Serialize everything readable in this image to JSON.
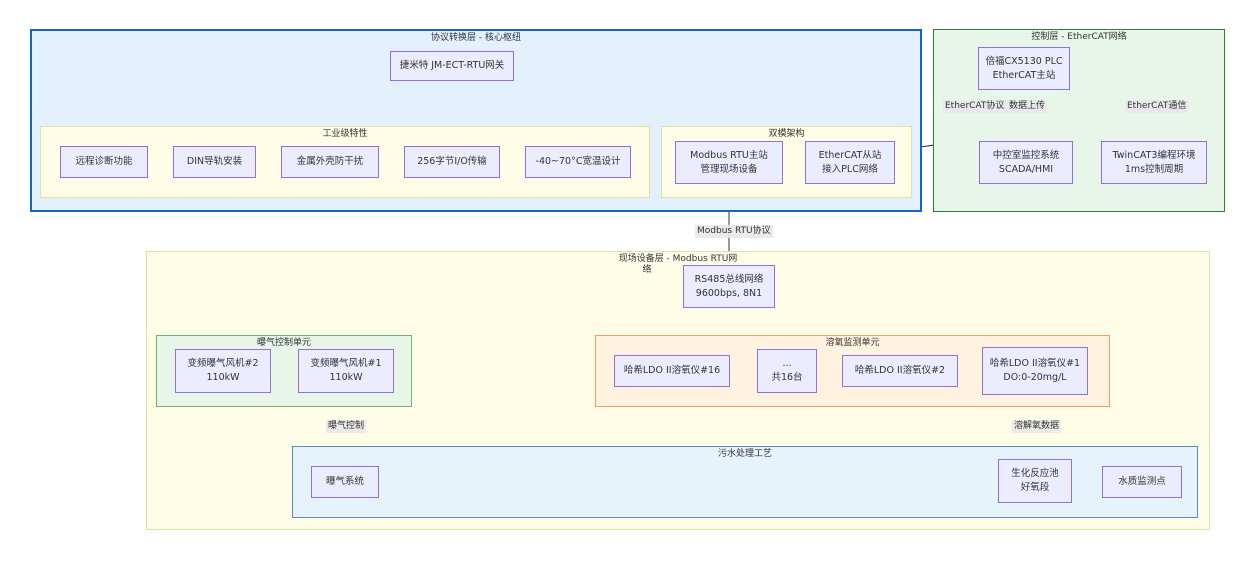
{
  "groups": {
    "protocol": "协议转换层 - 核心枢纽",
    "features": "工业级特性",
    "dual": "双模架构",
    "control": "控制层 - EtherCAT网络",
    "field": [
      "现场设备层 - Modbus RTU网",
      "络"
    ],
    "aeration_unit": "曝气控制单元",
    "do_unit": "溶氧监测单元",
    "process": "污水处理工艺"
  },
  "nodes": {
    "gateway": "捷米特 JM-ECT-RTU网关",
    "remote_diag": "远程诊断功能",
    "din": "DIN导轨安装",
    "metal": "金属外壳防干扰",
    "io256": "256字节I/O传输",
    "temp": "-40~70°C宽温设计",
    "modbus_master": [
      "Modbus RTU主站",
      "管理现场设备"
    ],
    "ethercat_slave": [
      "EtherCAT从站",
      "接入PLC网络"
    ],
    "plc": [
      "倍福CX5130 PLC",
      "EtherCAT主站"
    ],
    "scada": [
      "中控室监控系统",
      "SCADA/HMI"
    ],
    "twincat": [
      "TwinCAT3编程环境",
      "1ms控制周期"
    ],
    "rs485": [
      "RS485总线网络",
      "9600bps, 8N1"
    ],
    "fan2": [
      "变频曝气风机#2",
      "110kW"
    ],
    "fan1": [
      "变频曝气风机#1",
      "110kW"
    ],
    "do16": "哈希LDO II溶氧仪#16",
    "dots": [
      "...",
      "共16台"
    ],
    "do2": "哈希LDO II溶氧仪#2",
    "do1": [
      "哈希LDO II溶氧仪#1",
      "DO:0-20mg/L"
    ],
    "aeration_sys": "曝气系统",
    "bio_tank": [
      "生化反应池",
      "好氧段"
    ],
    "wq_point": "水质监测点"
  },
  "edges": {
    "ethercat_protocol": "EtherCAT协议",
    "data_upload": "数据上传",
    "ethercat_comm": "EtherCAT通信",
    "modbus_protocol": "Modbus RTU协议",
    "aeration_ctrl": "曝气控制",
    "do_data": "溶解氧数据"
  },
  "colors": {
    "protocol_fill": "#E3F0FD",
    "protocol_border": "#1565C0",
    "control_fill": "#E8F5E9",
    "control_border": "#2E7D32",
    "field_fill": "#FFFDE7",
    "field_border": "#E6E0A0",
    "do_fill": "#FFF3E0",
    "do_border": "#F5A05A",
    "process_fill": "#E7F3FB",
    "process_border": "#5B8DB8",
    "node_fill": "#ECECFF",
    "node_border": "#9370DB",
    "edge": "#333333"
  }
}
